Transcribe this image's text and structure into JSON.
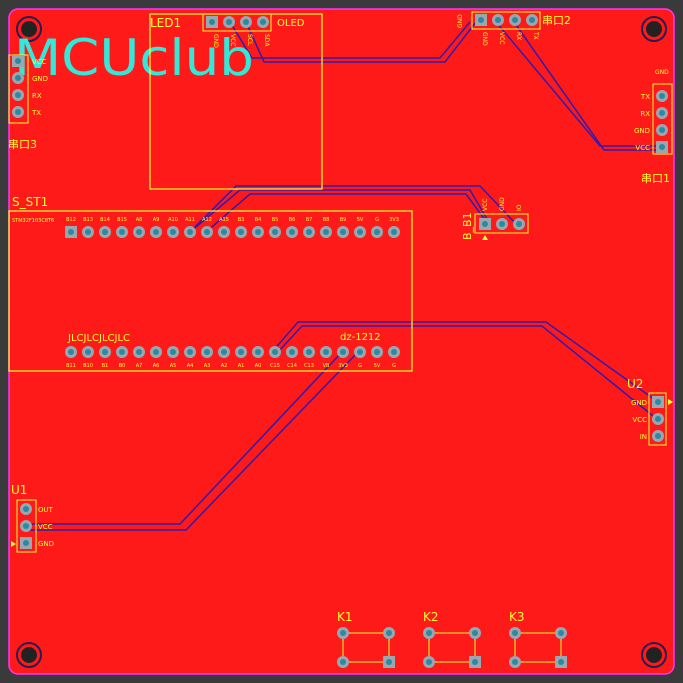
{
  "colors": {
    "background": "#3a3a3a",
    "copper": "#ff1a1a",
    "outline": "#ff33ff",
    "silkscreen": "#ffff33",
    "trace": "#3a1aa8",
    "pad": "#9aa6b0",
    "hole": "#2a8aa0",
    "logo": "#33e8d8"
  },
  "logo": "MCUclub",
  "modules": {
    "oled": {
      "designator": "LED1",
      "label": "OLED",
      "pins": [
        "GND",
        "VCC",
        "SCL",
        "SDA"
      ]
    },
    "uart2": {
      "designator": "串口2",
      "pins": [
        "GND",
        "VCC",
        "RX",
        "TX"
      ],
      "header": "GND"
    },
    "uart3": {
      "designator": "串口3",
      "pins": [
        "VCC",
        "GND",
        "RX",
        "TX"
      ],
      "header": "TX"
    },
    "uart1": {
      "designator": "串口1",
      "pins": [
        "TX",
        "RX",
        "GND",
        "VCC"
      ],
      "header": "GND"
    },
    "mcu": {
      "designator": "S_ST1",
      "top_label": "STM32F103C8T6",
      "bottom_label": "JLCJLCJLCJLC",
      "part_label": "dz-1212",
      "top_pins": [
        "B12",
        "B13",
        "B14",
        "B15",
        "A8",
        "A9",
        "A10",
        "A11",
        "A12",
        "A15",
        "B3",
        "B4",
        "B5",
        "B6",
        "B7",
        "B8",
        "B9",
        "5V",
        "G",
        "3V3"
      ],
      "bottom_pins": [
        "B11",
        "B10",
        "B1",
        "B0",
        "A7",
        "A6",
        "A5",
        "A4",
        "A3",
        "A2",
        "A1",
        "A0",
        "C15",
        "C14",
        "C13",
        "VB",
        "3V3",
        "G",
        "5V",
        "G"
      ]
    },
    "buzzer": {
      "designator": "B_B1",
      "pins": [
        "VCC",
        "GND",
        "IO"
      ]
    },
    "u2": {
      "designator": "U2",
      "pins": [
        "GND",
        "VCC",
        "IN"
      ]
    },
    "u1": {
      "designator": "U1",
      "pins": [
        "OUT",
        "VCC",
        "GND"
      ]
    }
  },
  "buttons": [
    "K1",
    "K2",
    "K3"
  ]
}
